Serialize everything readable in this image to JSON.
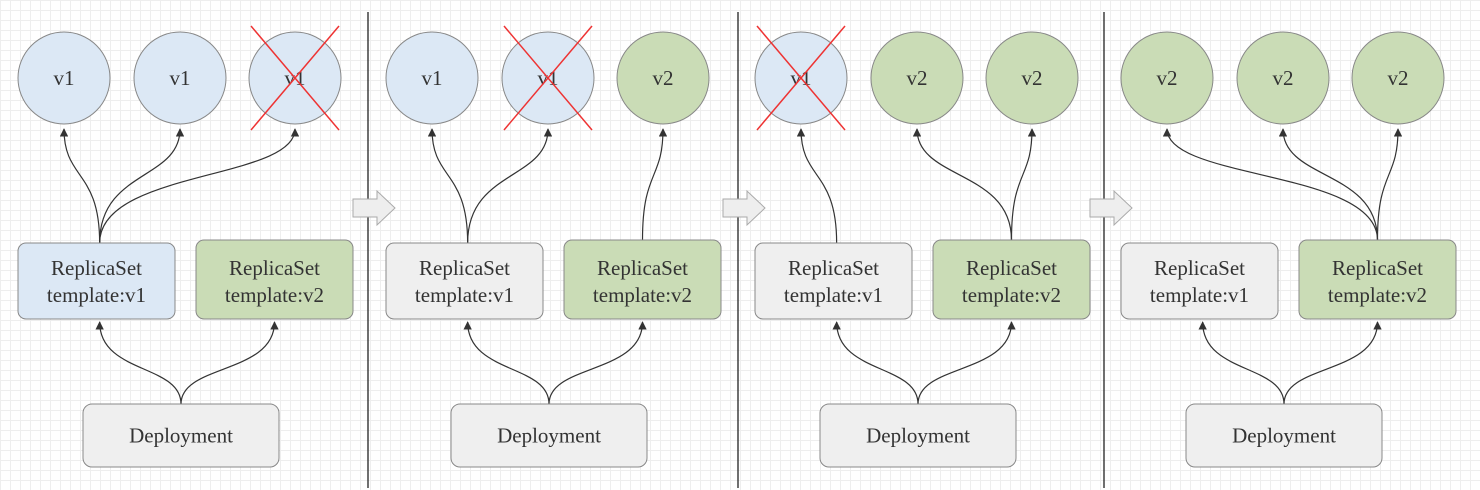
{
  "colors": {
    "v1_fill": "#dce8f5",
    "v2_fill": "#cadcb6",
    "rs_active_v1": "#dce8f5",
    "rs_v2": "#cadcb6",
    "rs_inactive": "#efefef",
    "deployment_fill": "#efefef",
    "outline": "#888888",
    "arrow": "#333333",
    "cross": "#ee3333",
    "divider": "#222222",
    "step_arrow_fill": "#eeeeee",
    "step_arrow_stroke": "#aaaaaa"
  },
  "deployment_label": "Deployment",
  "replicaset_title": "ReplicaSet",
  "template_v1": "template:v1",
  "template_v2": "template:v2",
  "panels": [
    {
      "pods": [
        {
          "label": "v1",
          "version": "v1",
          "crossed": false
        },
        {
          "label": "v1",
          "version": "v1",
          "crossed": false
        },
        {
          "label": "v1",
          "version": "v1",
          "crossed": true
        }
      ],
      "v1_replicaset_state": "active"
    },
    {
      "pods": [
        {
          "label": "v1",
          "version": "v1",
          "crossed": false
        },
        {
          "label": "v1",
          "version": "v1",
          "crossed": true
        },
        {
          "label": "v2",
          "version": "v2",
          "crossed": false
        }
      ],
      "v1_replicaset_state": "inactive"
    },
    {
      "pods": [
        {
          "label": "v1",
          "version": "v1",
          "crossed": true
        },
        {
          "label": "v2",
          "version": "v2",
          "crossed": false
        },
        {
          "label": "v2",
          "version": "v2",
          "crossed": false
        }
      ],
      "v1_replicaset_state": "inactive"
    },
    {
      "pods": [
        {
          "label": "v2",
          "version": "v2",
          "crossed": false
        },
        {
          "label": "v2",
          "version": "v2",
          "crossed": false
        },
        {
          "label": "v2",
          "version": "v2",
          "crossed": false
        }
      ],
      "v1_replicaset_state": "inactive"
    }
  ]
}
